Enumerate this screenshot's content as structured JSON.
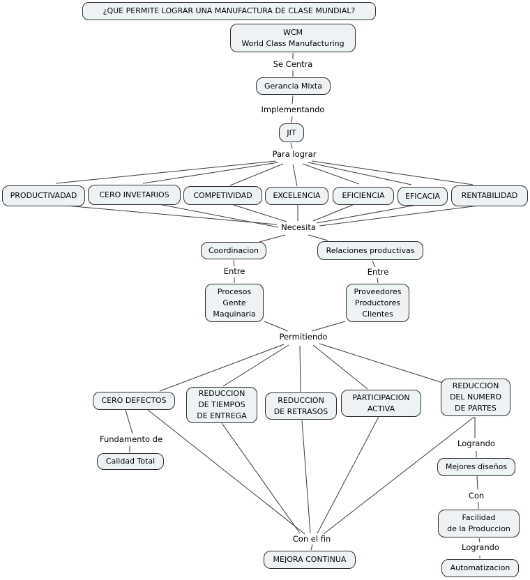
{
  "colors": {
    "background": "#ffffff",
    "node_fill": "#edf3f5",
    "node_border": "#2e2e2e",
    "connector_line": "#3a3a3a",
    "text": "#000000"
  },
  "nodes": {
    "question": {
      "label": "¿QUE PERMITE LOGRAR UNA MANUFACTURA DE CLASE MUNDIAL?"
    },
    "wcm": {
      "label": "WCM\nWorld Class Manufacturing"
    },
    "gerancia_mixta": {
      "label": "Gerancia Mixta"
    },
    "jit": {
      "label": "JIT"
    },
    "productivadad": {
      "label": "PRODUCTIVADAD"
    },
    "cero_invetarios": {
      "label": "CERO INVETARIOS"
    },
    "competividad": {
      "label": "COMPETIVIDAD"
    },
    "excelencia": {
      "label": "EXCELENCIA"
    },
    "eficiencia": {
      "label": "EFICIENCIA"
    },
    "eficacia": {
      "label": "EFICACIA"
    },
    "rentabilidad": {
      "label": "RENTABILIDAD"
    },
    "coordinacion": {
      "label": "Coordinacion"
    },
    "relaciones_productivas": {
      "label": "Relaciones productivas"
    },
    "procesos_gente_maquinaria": {
      "label": "Procesos\nGente\nMaquinaria"
    },
    "proveedores_productores_clientes": {
      "label": "Proveedores\nProductores\nClientes"
    },
    "cero_defectos": {
      "label": "CERO DEFECTOS"
    },
    "reduccion_tiempos_entrega": {
      "label": "REDUCCION\nDE TIEMPOS\nDE ENTREGA"
    },
    "reduccion_retrasos": {
      "label": "REDUCCION\nDE RETRASOS"
    },
    "participacion_activa": {
      "label": "PARTICIPACION\nACTIVA"
    },
    "reduccion_numero_partes": {
      "label": "REDUCCION\nDEL NUMERO\nDE PARTES"
    },
    "calidad_total": {
      "label": "Calidad Total"
    },
    "mejores_disenos": {
      "label": "Mejores diseños"
    },
    "facilidad_produccion": {
      "label": "Facilidad\nde la Produccion"
    },
    "automatizacion": {
      "label": "Automatizacion"
    },
    "mejora_continua": {
      "label": "MEJORA CONTINUA"
    }
  },
  "edge_labels": {
    "se_centra": "Se Centra",
    "implementando": "Implementando",
    "para_lograr": "Para lograr",
    "necesita": "Necesita",
    "entre_izq": "Entre",
    "entre_der": "Entre",
    "permitiendo": "Permitiendo",
    "fundamento_de": "Fundamento de",
    "con_el_fin": "Con el fin",
    "logrando_1": "Logrando",
    "con": "Con",
    "logrando_2": "Logrando"
  }
}
